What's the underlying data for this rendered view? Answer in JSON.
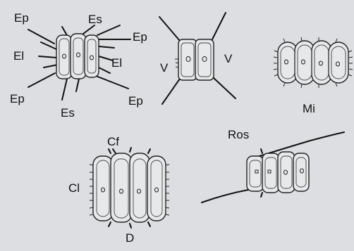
{
  "figure_a": {
    "labels": {
      "ep_top_left": "Ep",
      "es_top": "Es",
      "ep_top_right": "Ep",
      "el_left": "El",
      "el_right": "El",
      "ep_bottom_left": "Ep",
      "es_bottom": "Es",
      "ep_bottom_right": "Ep"
    }
  },
  "figure_b": {
    "labels": {
      "v_left": "V",
      "v_right": "V"
    }
  },
  "figure_c": {
    "labels": {
      "mi": "Mi"
    }
  },
  "figure_d": {
    "labels": {
      "cf": "Cf",
      "cl": "Cl",
      "d": "D"
    }
  },
  "figure_e": {
    "labels": {
      "ros": "Ros"
    }
  },
  "colors": {
    "background": "#dcdee1",
    "line": "#222222",
    "cell_fill": "#e6e8ea"
  }
}
